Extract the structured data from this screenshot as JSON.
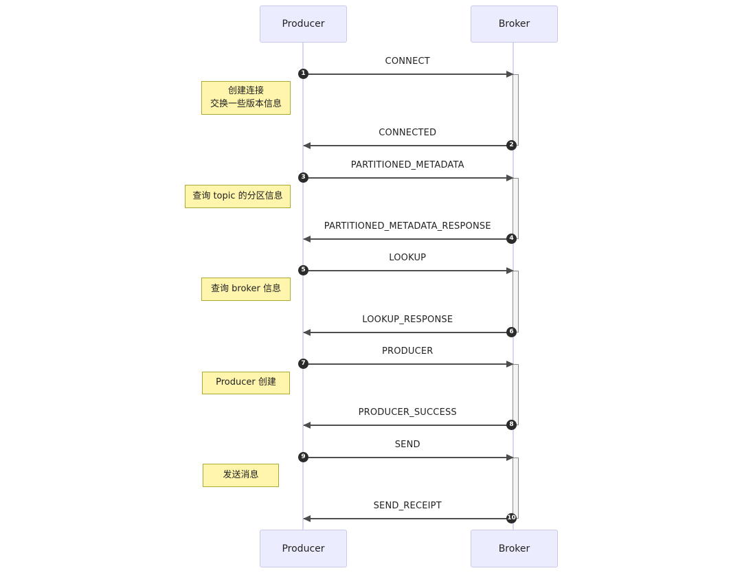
{
  "diagram_type": "sequence",
  "actors": [
    {
      "name": "Producer"
    },
    {
      "name": "Broker"
    }
  ],
  "messages": [
    {
      "num": "1",
      "label": "CONNECT",
      "from": "Producer",
      "to": "Broker"
    },
    {
      "num": "2",
      "label": "CONNECTED",
      "from": "Broker",
      "to": "Producer"
    },
    {
      "num": "3",
      "label": "PARTITIONED_METADATA",
      "from": "Producer",
      "to": "Broker"
    },
    {
      "num": "4",
      "label": "PARTITIONED_METADATA_RESPONSE",
      "from": "Broker",
      "to": "Producer"
    },
    {
      "num": "5",
      "label": "LOOKUP",
      "from": "Producer",
      "to": "Broker"
    },
    {
      "num": "6",
      "label": "LOOKUP_RESPONSE",
      "from": "Broker",
      "to": "Producer"
    },
    {
      "num": "7",
      "label": "PRODUCER",
      "from": "Producer",
      "to": "Broker"
    },
    {
      "num": "8",
      "label": "PRODUCER_SUCCESS",
      "from": "Broker",
      "to": "Producer"
    },
    {
      "num": "9",
      "label": "SEND",
      "from": "Producer",
      "to": "Broker"
    },
    {
      "num": "10",
      "label": "SEND_RECEIPT",
      "from": "Broker",
      "to": "Producer"
    }
  ],
  "notes": [
    {
      "position": "left of Producer",
      "lines": [
        "创建连接",
        "交换一些版本信息"
      ]
    },
    {
      "position": "left of Producer",
      "lines": [
        "查询 topic 的分区信息"
      ]
    },
    {
      "position": "left of Producer",
      "lines": [
        "查询 broker 信息"
      ]
    },
    {
      "position": "left of Producer",
      "lines": [
        "Producer 创建"
      ]
    },
    {
      "position": "left of Producer",
      "lines": [
        "发送消息"
      ]
    }
  ],
  "colors": {
    "background": "#ffffff",
    "actor_fill": "#ececff",
    "actor_border": "#c9c9ec",
    "lifeline": "#d6d6f2",
    "note_fill": "#fff5ad",
    "note_border": "#aaaa33",
    "line": "#4d4d4d",
    "badge_fill": "#2b2b2b",
    "badge_text": "#ffffff",
    "activation_fill": "#f4f4f4",
    "activation_border": "#8a8a8a",
    "text": "#1f1f1f"
  }
}
